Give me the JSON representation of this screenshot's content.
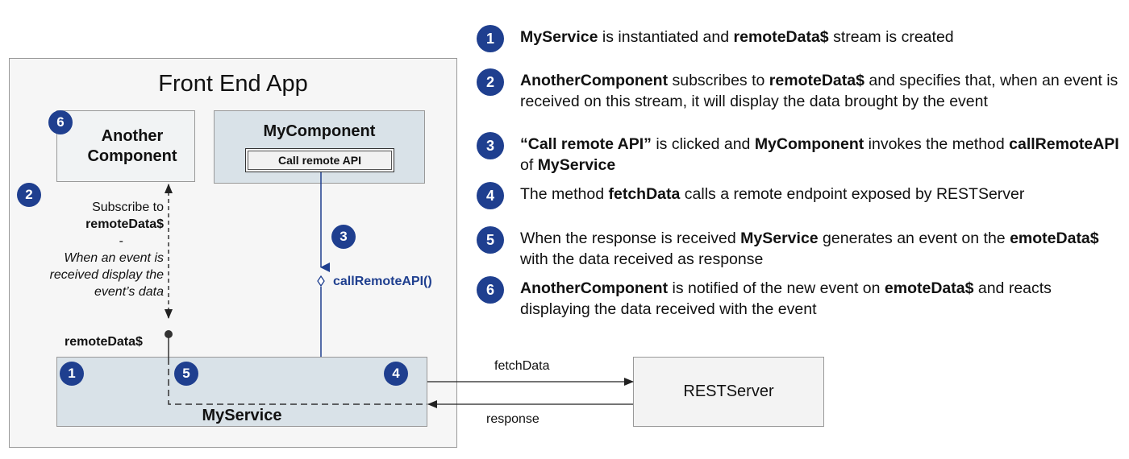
{
  "diagram": {
    "app_title": "Front End App",
    "another_component": "Another Component",
    "my_component": "MyComponent",
    "call_button": "Call remote API",
    "my_service": "MyService",
    "rest_server": "RESTServer",
    "subscribe_to": "Subscribe to",
    "subscribe_stream": "remoteData$",
    "dash": "-",
    "subscribe_detail": "When an event is received display the event’s data",
    "remote_data_label": "remoteData$",
    "call_remote_api": "callRemoteAPI()",
    "fetch_data": "fetchData",
    "response": "response",
    "badges": {
      "another": "6",
      "subscribe": "2",
      "call": "3",
      "service_left": "1",
      "service_mid": "5",
      "service_right": "4"
    },
    "colors": {
      "badge": "#1f3f8f",
      "call_line": "#1f3f8f",
      "component_fill": "#d9e2e8"
    }
  },
  "steps": [
    {
      "num": "1",
      "parts": [
        {
          "t": "MyService",
          "b": true
        },
        {
          "t": " is instantiated and "
        },
        {
          "t": "remoteData$",
          "b": true
        },
        {
          "t": " stream is created"
        }
      ]
    },
    {
      "num": "2",
      "parts": [
        {
          "t": "AnotherComponent",
          "b": true
        },
        {
          "t": " subscribes to "
        },
        {
          "t": "remoteData$",
          "b": true
        },
        {
          "t": " and specifies that, when an event is received on this stream, it will display the data brought by the event"
        }
      ]
    },
    {
      "num": "3",
      "parts": [
        {
          "t": "“Call remote API”",
          "b": true
        },
        {
          "t": " is clicked and "
        },
        {
          "t": "MyComponent",
          "b": true
        },
        {
          "t": " invokes the method "
        },
        {
          "t": "callRemoteAPI",
          "b": true
        },
        {
          "t": " of "
        },
        {
          "t": "MyService",
          "b": true
        }
      ]
    },
    {
      "num": "4",
      "parts": [
        {
          "t": "The method "
        },
        {
          "t": "fetchData",
          "b": true
        },
        {
          "t": " calls a remote endpoint exposed by RESTServer"
        }
      ]
    },
    {
      "num": "5",
      "parts": [
        {
          "t": "When the response is received "
        },
        {
          "t": "MyService",
          "b": true
        },
        {
          "t": " generates an event on the "
        },
        {
          "t": "emoteData$",
          "b": true
        },
        {
          "t": " with the data received as response"
        }
      ]
    },
    {
      "num": "6",
      "parts": [
        {
          "t": "AnotherComponent",
          "b": true
        },
        {
          "t": " is notified of the new event on "
        },
        {
          "t": "emoteData$",
          "b": true
        },
        {
          "t": " and reacts displaying the data received with the event"
        }
      ]
    }
  ]
}
